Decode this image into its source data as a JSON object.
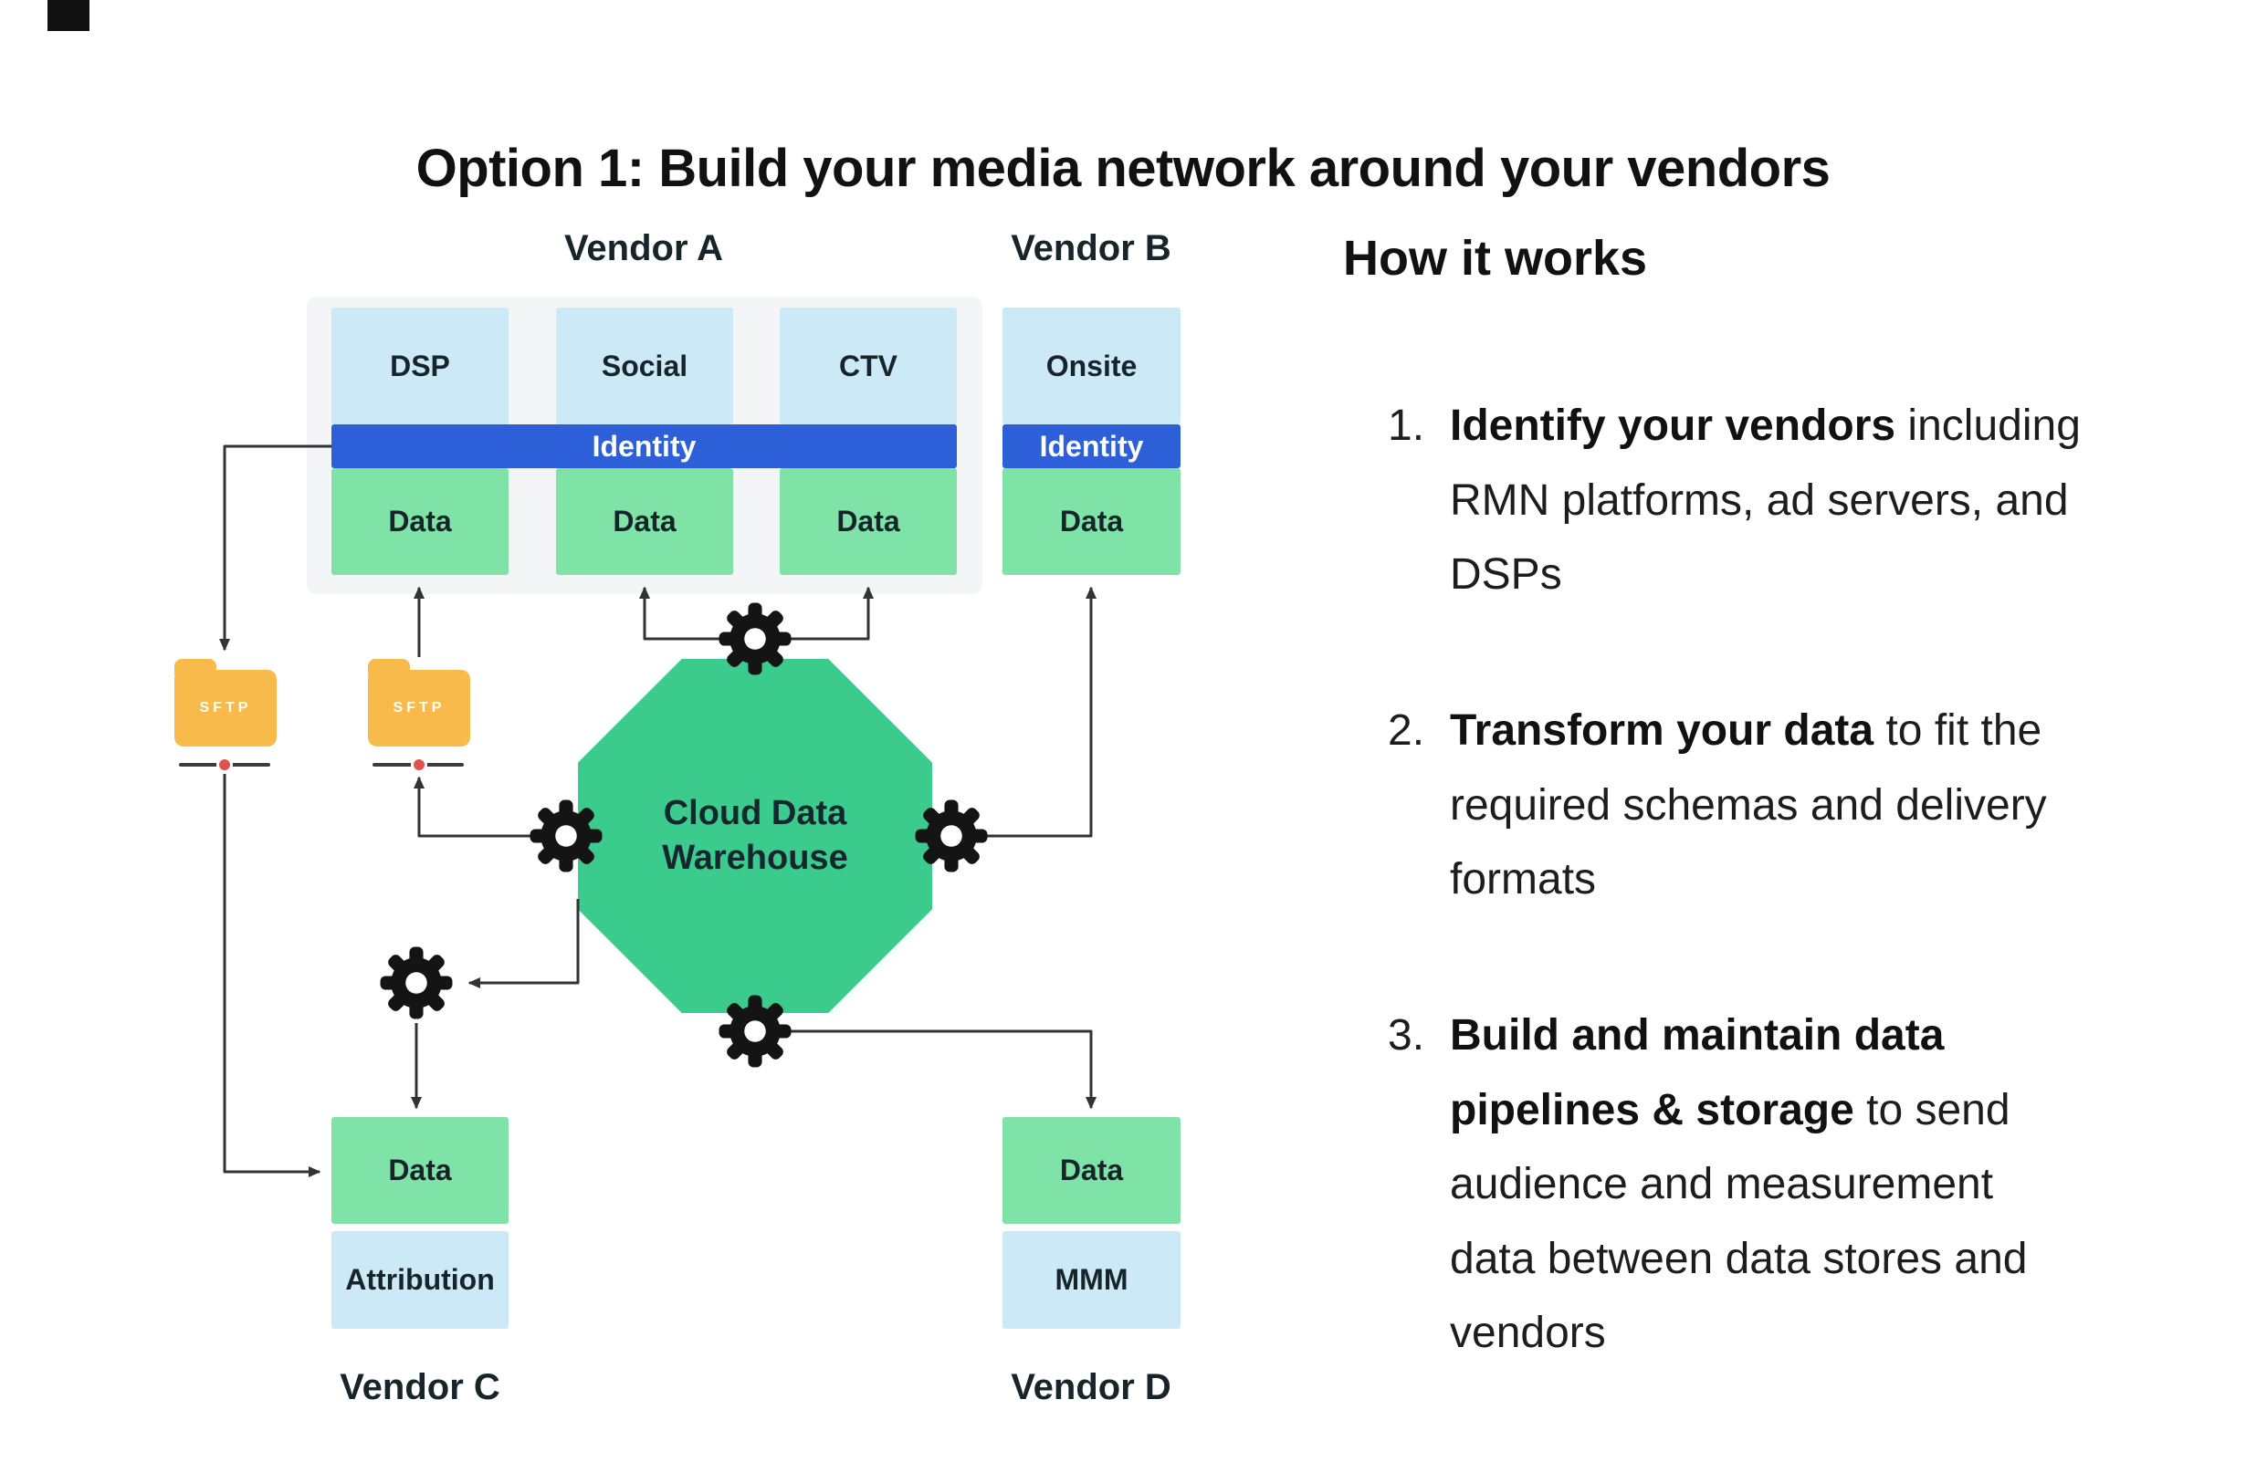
{
  "title": "Option 1: Build your media network around your vendors",
  "diagram": {
    "vendor_a": {
      "label": "Vendor A",
      "identity": "Identity",
      "columns": [
        {
          "top": "DSP",
          "bottom": "Data"
        },
        {
          "top": "Social",
          "bottom": "Data"
        },
        {
          "top": "CTV",
          "bottom": "Data"
        }
      ]
    },
    "vendor_b": {
      "label": "Vendor B",
      "top": "Onsite",
      "identity": "Identity",
      "bottom": "Data"
    },
    "sftp_label": "SFTP",
    "warehouse": "Cloud Data Warehouse",
    "vendor_c": {
      "label": "Vendor C",
      "top": "Data",
      "bottom": "Attribution"
    },
    "vendor_d": {
      "label": "Vendor D",
      "top": "Data",
      "bottom": "MMM"
    }
  },
  "how_it_works": {
    "heading": "How it works",
    "steps": [
      {
        "num": "1.",
        "bold": "Identify your vendors",
        "rest": " including RMN platforms, ad servers, and DSPs"
      },
      {
        "num": "2.",
        "bold": "Transform your data",
        "rest": " to fit the required schemas and delivery formats"
      },
      {
        "num": "3.",
        "bold": "Build and maintain data pipelines & storage",
        "rest": " to send audience and measurement data between data stores and vendors"
      }
    ]
  },
  "colors": {
    "light-blue": "#cbe9f7",
    "data-green": "#7fe3a8",
    "identity-blue": "#2d5fd9",
    "octagon-green": "#3bcb8c",
    "folder-orange": "#f8ba4a",
    "panel-gray": "#f3f5f6",
    "node-red": "#e0524e",
    "arrow-dark": "#333333"
  }
}
